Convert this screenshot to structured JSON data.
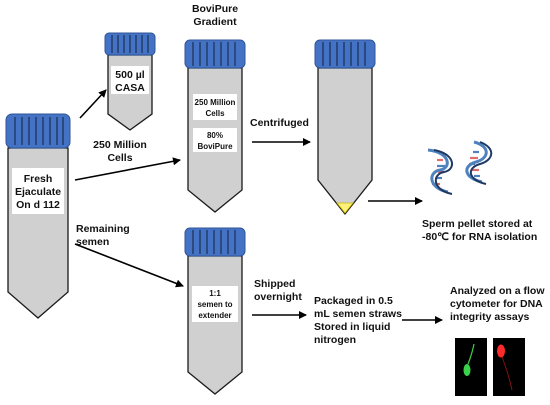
{
  "labels": {
    "fresh_tube_line1": "Fresh",
    "fresh_tube_line2": "Ejaculate",
    "fresh_tube_line3": "On d 112",
    "casa_line1": "500 µl",
    "casa_line2": "CASA",
    "million_line1": "250 Million",
    "million_line2": "Cells",
    "gradient_title_line1": "BoviPure",
    "gradient_title_line2": "Gradient",
    "grad_cells_line1": "250 Million",
    "grad_cells_line2": "Cells",
    "grad_bovi_line1": "80%",
    "grad_bovi_line2": "BoviPure",
    "centrifuged": "Centrifuged",
    "pellet_line1": "Sperm pellet stored at",
    "pellet_line2": "-80℃ for RNA isolation",
    "remaining_line1": "Remaining",
    "remaining_line2": "semen",
    "extender_line1": "1:1",
    "extender_line2": "semen to",
    "extender_line3": "extender",
    "shipped_line1": "Shipped",
    "shipped_line2": "overnight",
    "packaged_line1": "Packaged in 0.5",
    "packaged_line2": "mL semen straws",
    "packaged_line3": "Stored in liquid",
    "packaged_line4": "nitrogen",
    "analyzed_line1": "Analyzed on a flow",
    "analyzed_line2": "cytometer for DNA",
    "analyzed_line3": "integrity assays"
  },
  "colors": {
    "cap": "#4472c4",
    "tube": "#d0d0d0",
    "pellet": "#fff27a",
    "rna_strand_a": "#4f81bd",
    "rna_strand_b": "#1f3864",
    "rna_rung_a": "#e06c6c",
    "rna_rung_b": "#4f81bd",
    "sperm_green": "#3cd14a",
    "sperm_red": "#ff2a2a"
  }
}
